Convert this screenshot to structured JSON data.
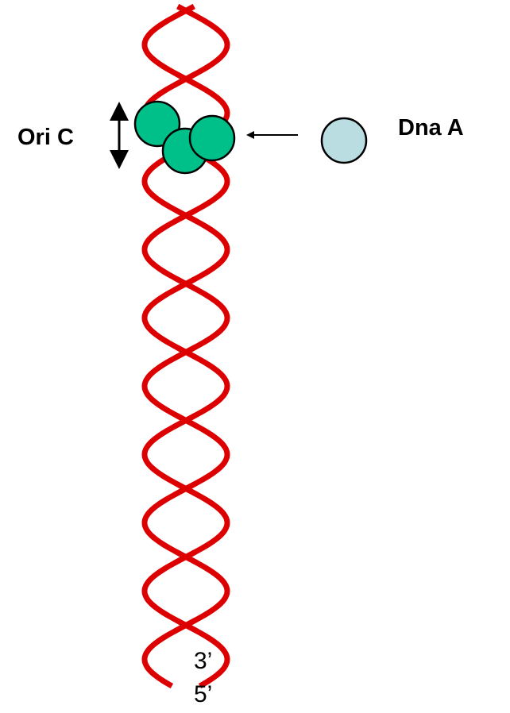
{
  "labels": {
    "origin": "Ori C",
    "protein": "Dna A",
    "end_3prime": "3’",
    "end_5prime": "5’"
  },
  "colors": {
    "strand": "#dd0000",
    "bound_protein": "#00c08a",
    "free_protein": "#b9dde1",
    "outline": "#000000"
  },
  "icons": {
    "origin_marker": "double-headed-vertical-arrow",
    "binding_arrow": "left-arrow"
  }
}
